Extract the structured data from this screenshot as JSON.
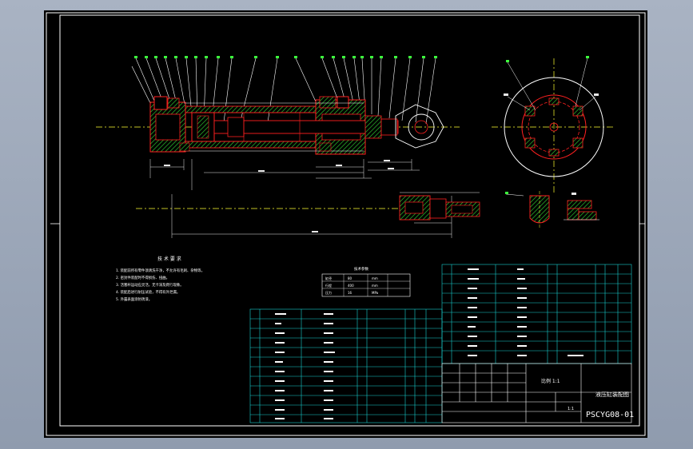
{
  "drawing": {
    "drawing_number": "PSCYG08-01",
    "drawing_title": "液压缸装配图",
    "scale_label": "比例 1:1",
    "scale_value": "1:1",
    "tech_requirements_title": "技 术 要 求",
    "tech_requirements": [
      "1. 装配前所有零件须清洗干净，不允许有毛刺、杂物等。",
      "2. 密封件装配时不得损伤、扭曲。",
      "3. 活塞杆运动应灵活，无卡滞及爬行现象。",
      "4. 装配后进行耐压试验，不得有外泄漏。",
      "5. 外露表面涂防锈漆。"
    ],
    "spec_table_title": "技术参数",
    "spec_table_rows": [
      [
        "缸径",
        "80",
        "mm"
      ],
      [
        "行程",
        "400",
        "mm"
      ],
      [
        "压力",
        "16",
        "MPa"
      ]
    ],
    "colors": {
      "frame": "#ffffff",
      "part_red": "#ff2020",
      "hatch_green": "#2fbf2f",
      "dimension_white": "#e8e8e8",
      "centerline_yellow": "#ffff30",
      "table_cyan": "#18d0d0",
      "leader_green": "#3cff3c"
    }
  }
}
